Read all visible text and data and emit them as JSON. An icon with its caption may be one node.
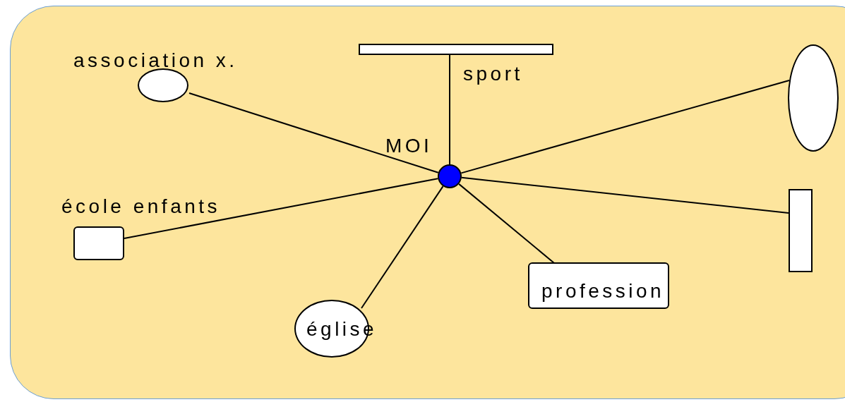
{
  "diagram": {
    "nodes": [
      {
        "text": [
          "MOI"
        ]
      },
      {
        "text": [
          "association x."
        ]
      },
      {
        "text": [
          "sport"
        ]
      },
      {
        "text": [],
        "shape": "circle"
      },
      {
        "text": [
          "école enfants"
        ]
      },
      {
        "text": [],
        "shape": "bar"
      },
      {
        "text": [
          "église"
        ]
      },
      {
        "text": [
          "profession"
        ]
      }
    ],
    "edges": [
      {
        "from": 0,
        "to": 1,
        "arrow": "none"
      },
      {
        "from": 0,
        "to": 2,
        "arrow": "none"
      },
      {
        "from": 0,
        "to": 3,
        "arrow": "none"
      },
      {
        "from": 0,
        "to": 4,
        "arrow": "none"
      },
      {
        "from": 0,
        "to": 5,
        "arrow": "none"
      },
      {
        "from": 0,
        "to": 6,
        "arrow": "none"
      },
      {
        "from": 0,
        "to": 7,
        "arrow": "none"
      }
    ]
  }
}
